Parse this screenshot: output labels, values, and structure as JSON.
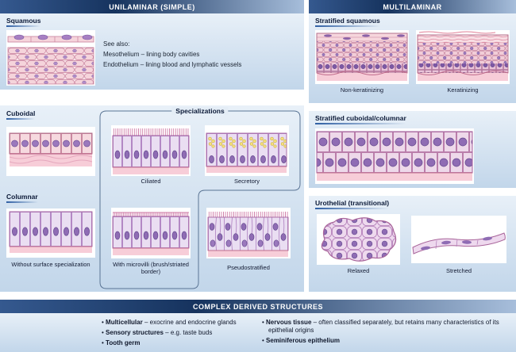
{
  "headers": {
    "unilaminar": "UNILAMINAR (SIMPLE)",
    "multilaminar": "MULTILAMINAR",
    "complex": "COMPLEX DERIVED STRUCTURES"
  },
  "unilaminar": {
    "squamous_label": "Squamous",
    "see_also_title": "See also:",
    "see_also_1": "Mesothelium – lining body cavities",
    "see_also_2": "Endothelium – lining blood and lymphatic vessels",
    "cuboidal_label": "Cuboidal",
    "columnar_label": "Columnar",
    "specializations_title": "Specializations",
    "cap_ciliated": "Ciliated",
    "cap_secretory": "Secretory",
    "cap_without": "Without surface specialization",
    "cap_microvilli": "With microvilli (brush/striated border)",
    "cap_pseudostratified": "Pseudostratified"
  },
  "multilaminar": {
    "stratified_squamous_label": "Stratified squamous",
    "cap_non_keratinizing": "Non-keratinizing",
    "cap_keratinizing": "Keratinizing",
    "stratified_cuboidal_label": "Stratified cuboidal/columnar",
    "urothelial_label": "Urothelial (transitional)",
    "cap_relaxed": "Relaxed",
    "cap_stretched": "Stretched"
  },
  "complex": {
    "bullets": [
      {
        "lead": "Multicellular",
        "rest": " – exocrine and endocrine glands"
      },
      {
        "lead": "Sensory structures",
        "rest": " – e.g. taste buds"
      },
      {
        "lead": "Tooth germ",
        "rest": ""
      },
      {
        "lead": "Nervous tissue",
        "rest": " – often classified separately, but retains many characteristics of its epithelial origins"
      },
      {
        "lead": "Seminiferous epithelium",
        "rest": ""
      }
    ]
  },
  "colors": {
    "header_dark": "#16335e",
    "header_light": "#a7bedb",
    "panel_top": "#e8f0f8",
    "panel_bottom": "#c2d6ea",
    "cell_pink": "#f5d4db",
    "cell_lavender": "#eadef2",
    "nucleus_purple": "#8f6cb4",
    "granule_yellow": "#f3e07c"
  }
}
